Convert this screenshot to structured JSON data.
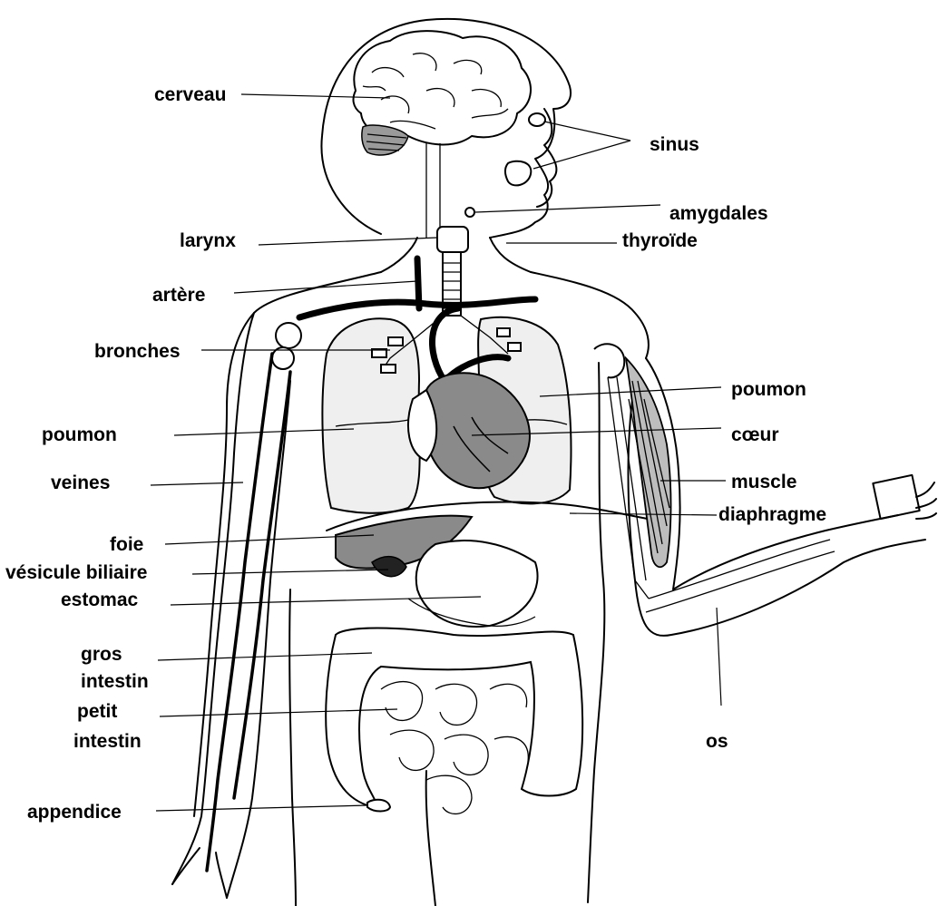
{
  "labels": {
    "cerveau": "cerveau",
    "sinus": "sinus",
    "amygdales": "amygdales",
    "larynx": "larynx",
    "thyroide": "thyroïde",
    "artere": "artère",
    "bronches": "bronches",
    "poumon_right": "poumon",
    "poumon_left": "poumon",
    "coeur": "cœur",
    "veines": "veines",
    "muscle": "muscle",
    "diaphragme": "diaphragme",
    "foie": "foie",
    "vesicule": "vésicule biliaire",
    "estomac": "estomac",
    "gros_1": "gros",
    "gros_2": "intestin",
    "petit_1": "petit",
    "petit_2": "intestin",
    "os": "os",
    "appendice": "appendice"
  },
  "colors": {
    "ink": "#000000",
    "lung_fill": "#efefef",
    "organ_fill": "#8a8a8a",
    "background": "#ffffff"
  }
}
